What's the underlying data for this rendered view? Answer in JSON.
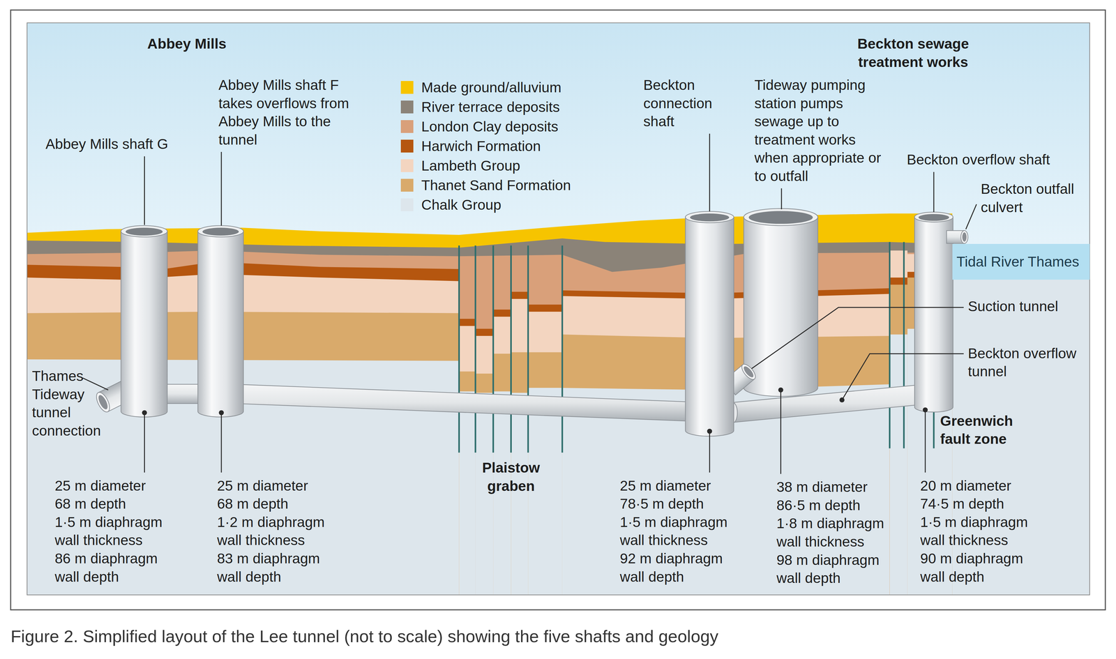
{
  "diagram": {
    "caption": "Figure 2. Simplified layout of the Lee tunnel (not to scale) showing the five shafts and geology",
    "nodes": [
      {
        "text": [
          "Tidal River Thames"
        ]
      }
    ],
    "labels": [
      "Abbey Mills",
      "Beckton sewage treatment works",
      "Abbey Mills shaft F takes overflows from Abbey Mills to the tunnel",
      "Beckton connection shaft",
      "Tideway pumping station pumps sewage up to treatment works when appropriate or to outfall",
      "Abbey Mills shaft G",
      "Beckton overflow shaft",
      "Beckton outfall culvert",
      "Suction tunnel",
      "Beckton overflow tunnel",
      "Thames Tideway tunnel connection",
      "Greenwich fault zone",
      "Plaistow graben",
      "25 m diameter",
      "68 m depth",
      "1·5 m diaphragm wall thickness",
      "86 m diaphragm wall depth",
      "25 m diameter",
      "68 m depth",
      "1·2 m diaphragm wall thickness",
      "83 m diaphragm wall depth",
      "25 m diameter",
      "78·5 m depth",
      "1·5 m diaphragm wall thickness",
      "92 m diaphragm wall depth",
      "38 m diameter",
      "86·5 m depth",
      "1·8 m diaphragm wall thickness",
      "98 m diaphragm wall depth",
      "20 m diameter",
      "74·5 m depth",
      "1·5 m diaphragm wall thickness",
      "90 m diaphragm wall depth"
    ],
    "legend": [
      {
        "text": "Made ground/alluvium",
        "color": "#f6c400"
      },
      {
        "text": "River terrace deposits",
        "color": "#8b8378"
      },
      {
        "text": "London Clay deposits",
        "color": "#d9a07a"
      },
      {
        "text": "Harwich Formation",
        "color": "#b5560f"
      },
      {
        "text": "Lambeth Group",
        "color": "#f3d5c0"
      },
      {
        "text": "Thanet Sand Formation",
        "color": "#d9aa6b"
      },
      {
        "text": "Chalk Group",
        "color": "#dde6ec"
      }
    ]
  }
}
